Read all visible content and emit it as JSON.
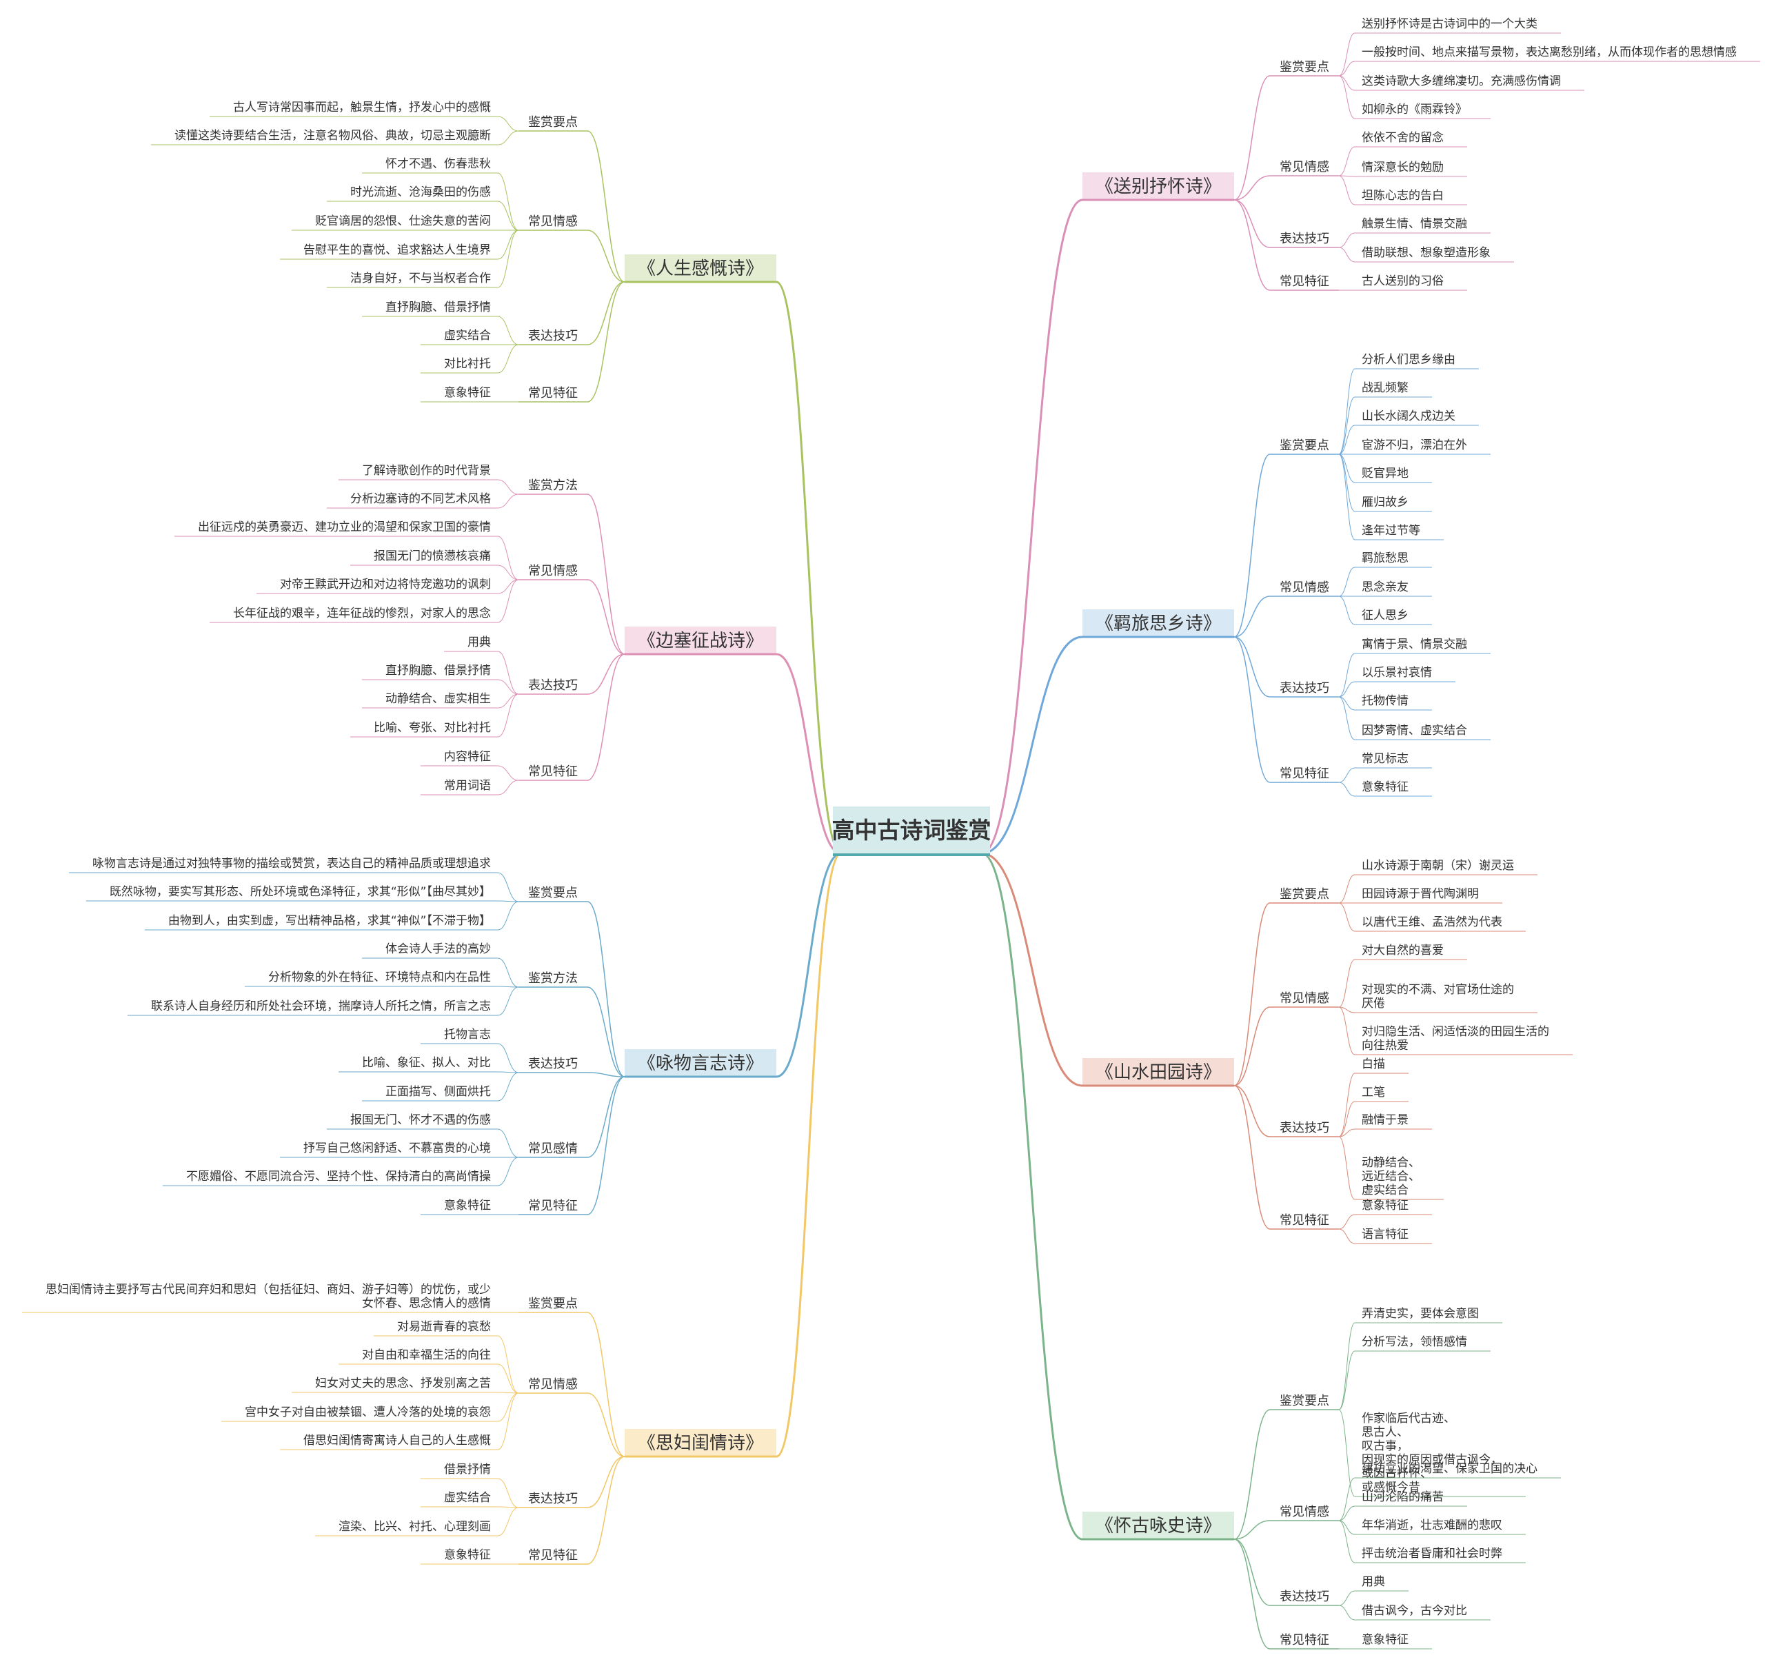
{
  "root": {
    "title": "高中古诗词鉴赏"
  },
  "topics": [
    {
      "title": "《送别抒怀诗》",
      "side": "right",
      "color": "#D98FB6",
      "fill": "#F5DDEA",
      "branches": [
        {
          "label": "鉴赏要点",
          "items": [
            "送别抒怀诗是古诗词中的一个大类",
            "一般按时间、地点来描写景物，表达离愁别绪，从而体现作者的思想情感",
            "这类诗歌大多缠绵凄切。充满感伤情调",
            "如柳永的《雨霖铃》"
          ]
        },
        {
          "label": "常见情感",
          "items": [
            "依依不舍的留念",
            "情深意长的勉励",
            "坦陈心志的告白"
          ]
        },
        {
          "label": "表达技巧",
          "items": [
            "触景生情、情景交融",
            "借助联想、想象塑造形象"
          ]
        },
        {
          "label": "常见特征",
          "items": [
            "古人送别的习俗"
          ]
        }
      ]
    },
    {
      "title": "《羁旅思乡诗》",
      "side": "right",
      "color": "#6FA8D8",
      "fill": "#D9E8F5",
      "branches": [
        {
          "label": "鉴赏要点",
          "items": [
            "分析人们思乡缘由",
            "战乱频繁",
            "山长水阔久戍边关",
            "宦游不归，漂泊在外",
            "贬官异地",
            "雁归故乡",
            "逢年过节等"
          ]
        },
        {
          "label": "常见情感",
          "items": [
            "羁旅愁思",
            "思念亲友",
            "征人思乡"
          ]
        },
        {
          "label": "表达技巧",
          "items": [
            "寓情于景、情景交融",
            "以乐景衬哀情",
            "托物传情",
            "因梦寄情、虚实结合"
          ]
        },
        {
          "label": "常见特征",
          "items": [
            "常见标志",
            "意象特征"
          ]
        }
      ]
    },
    {
      "title": "《山水田园诗》",
      "side": "right",
      "color": "#D98A78",
      "fill": "#F5DCD5",
      "branches": [
        {
          "label": "鉴赏要点",
          "items": [
            "山水诗源于南朝（宋）谢灵运",
            "田园诗源于晋代陶渊明",
            "以唐代王维、孟浩然为代表"
          ]
        },
        {
          "label": "常见情感",
          "items": [
            "对大自然的喜爱",
            "对现实的不满、对官场仕途的\n厌倦",
            "对归隐生活、闲适恬淡的田园生活的\n向往热爱"
          ]
        },
        {
          "label": "表达技巧",
          "items": [
            "白描",
            "工笔",
            "融情于景",
            "动静结合、\n远近结合、\n虚实结合"
          ]
        },
        {
          "label": "常见特征",
          "items": [
            "意象特征",
            "语言特征"
          ]
        }
      ]
    },
    {
      "title": "《怀古咏史诗》",
      "side": "right",
      "color": "#7BB38A",
      "fill": "#DCEEDF",
      "branches": [
        {
          "label": "鉴赏要点",
          "items": [
            "弄清史实，要体会意图",
            "分析写法，领悟感情",
            "作家临后代古迹、\n思古人、\n叹古事，\n因现实的原因或借古讽今，\n或因古抒怀、\n或感慨今昔"
          ]
        },
        {
          "label": "常见情感",
          "items": [
            "建功立业的渴望、保家卫国的决心",
            "山河沦陷的痛苦",
            "年华消逝，壮志难酬的悲叹",
            "抨击统治者昏庸和社会时弊"
          ]
        },
        {
          "label": "表达技巧",
          "items": [
            "用典",
            "借古讽今，古今对比"
          ]
        },
        {
          "label": "常见特征",
          "items": [
            "意象特征"
          ]
        }
      ]
    },
    {
      "title": "《人生感慨诗》",
      "side": "left",
      "color": "#A8C260",
      "fill": "#E4EDD2",
      "branches": [
        {
          "label": "鉴赏要点",
          "items": [
            "古人写诗常因事而起，触景生情，抒发心中的感慨",
            "读懂这类诗要结合生活，注意名物风俗、典故，切忌主观臆断"
          ]
        },
        {
          "label": "常见情感",
          "items": [
            "怀才不遇、伤春悲秋",
            "时光流逝、沧海桑田的伤感",
            "贬官谪居的怨恨、仕途失意的苦闷",
            "告慰平生的喜悦、追求豁达人生境界",
            "洁身自好，不与当权者合作"
          ]
        },
        {
          "label": "表达技巧",
          "items": [
            "直抒胸臆、借景抒情",
            "虚实结合",
            "对比衬托"
          ]
        },
        {
          "label": "常见特征",
          "items": [
            "意象特征"
          ]
        }
      ]
    },
    {
      "title": "《边塞征战诗》",
      "side": "left",
      "color": "#DE8FB4",
      "fill": "#F7DDE8",
      "branches": [
        {
          "label": "鉴赏方法",
          "items": [
            "了解诗歌创作的时代背景",
            "分析边塞诗的不同艺术风格"
          ]
        },
        {
          "label": "常见情感",
          "items": [
            "出征远戍的英勇豪迈、建功立业的渴望和保家卫国的豪情",
            "报国无门的愤懑核哀痛",
            "对帝王黩武开边和对边将恃宠邀功的讽刺",
            "长年征战的艰辛，连年征战的惨烈，对家人的思念"
          ]
        },
        {
          "label": "表达技巧",
          "items": [
            "用典",
            "直抒胸臆、借景抒情",
            "动静结合、虚实相生",
            "比喻、夸张、对比衬托"
          ]
        },
        {
          "label": "常见特征",
          "items": [
            "内容特征",
            "常用词语"
          ]
        }
      ]
    },
    {
      "title": "《咏物言志诗》",
      "side": "left",
      "color": "#6AAACB",
      "fill": "#D6E8F1",
      "branches": [
        {
          "label": "鉴赏要点",
          "items": [
            "咏物言志诗是通过对独特事物的描绘或赞赏，表达自己的精神品质或理想追求",
            "既然咏物，要实写其形态、所处环境或色泽特征，求其“形似”【曲尽其妙】",
            "由物到人，由实到虚，写出精神品格，求其“神似”【不滞于物】"
          ]
        },
        {
          "label": "鉴赏方法",
          "items": [
            "体会诗人手法的高妙",
            "分析物象的外在特征、环境特点和内在品性",
            "联系诗人自身经历和所处社会环境，揣摩诗人所托之情，所言之志"
          ]
        },
        {
          "label": "表达技巧",
          "items": [
            "托物言志",
            "比喻、象征、拟人、对比",
            "正面描写、侧面烘托"
          ]
        },
        {
          "label": "常见感情",
          "items": [
            "报国无门、怀才不遇的伤感",
            "抒写自己悠闲舒适、不慕富贵的心境",
            "不愿媚俗、不愿同流合污、坚持个性、保持清白的高尚情操"
          ]
        },
        {
          "label": "常见特征",
          "items": [
            "意象特征"
          ]
        }
      ]
    },
    {
      "title": "《思妇闺情诗》",
      "side": "left",
      "color": "#F2C766",
      "fill": "#FCEBC9",
      "branches": [
        {
          "label": "鉴赏要点",
          "items": [
            "思妇闺情诗主要抒写古代民间弃妇和思妇（包括征妇、商妇、游子妇等）的忧伤，或少\n女怀春、思念情人的感情"
          ]
        },
        {
          "label": "常见情感",
          "items": [
            "对易逝青春的哀愁",
            "对自由和幸福生活的向往",
            "妇女对丈夫的思念、抒发别离之苦",
            "宫中女子对自由被禁锢、遭人冷落的处境的哀怨",
            "借思妇闺情寄寓诗人自己的人生感慨"
          ]
        },
        {
          "label": "表达技巧",
          "items": [
            "借景抒情",
            "虚实结合",
            "渲染、比兴、衬托、心理刻画"
          ]
        },
        {
          "label": "常见特征",
          "items": [
            "意象特征"
          ]
        }
      ]
    }
  ]
}
